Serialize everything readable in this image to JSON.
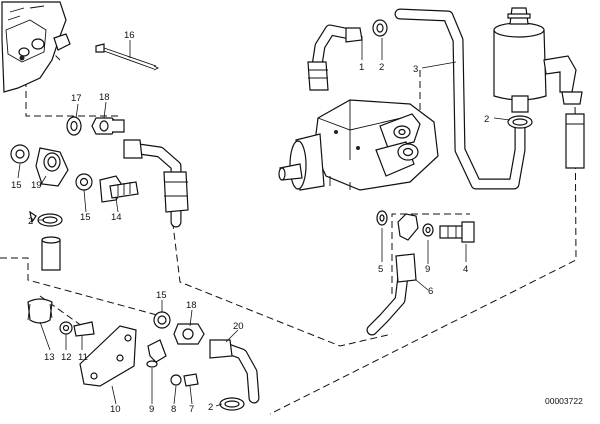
{
  "diagram": {
    "reference_number": "00003722",
    "callouts": [
      {
        "id": "c1",
        "text": "1"
      },
      {
        "id": "c2a",
        "text": "2"
      },
      {
        "id": "c3",
        "text": "3"
      },
      {
        "id": "c2b",
        "text": "2"
      },
      {
        "id": "c5",
        "text": "5"
      },
      {
        "id": "c6",
        "text": "6"
      },
      {
        "id": "c9a",
        "text": "9"
      },
      {
        "id": "c4",
        "text": "4"
      },
      {
        "id": "c16",
        "text": "16"
      },
      {
        "id": "c17",
        "text": "17"
      },
      {
        "id": "c18a",
        "text": "18"
      },
      {
        "id": "c15a",
        "text": "15"
      },
      {
        "id": "c19",
        "text": "19"
      },
      {
        "id": "c2c",
        "text": "2"
      },
      {
        "id": "c15b",
        "text": "15"
      },
      {
        "id": "c14",
        "text": "14"
      },
      {
        "id": "c15c",
        "text": "15"
      },
      {
        "id": "c18b",
        "text": "18"
      },
      {
        "id": "c20",
        "text": "20"
      },
      {
        "id": "c13",
        "text": "13"
      },
      {
        "id": "c12",
        "text": "12"
      },
      {
        "id": "c11",
        "text": "11"
      },
      {
        "id": "c10",
        "text": "10"
      },
      {
        "id": "c9b",
        "text": "9"
      },
      {
        "id": "c8",
        "text": "8"
      },
      {
        "id": "c7",
        "text": "7"
      },
      {
        "id": "c2d",
        "text": "2"
      }
    ]
  }
}
